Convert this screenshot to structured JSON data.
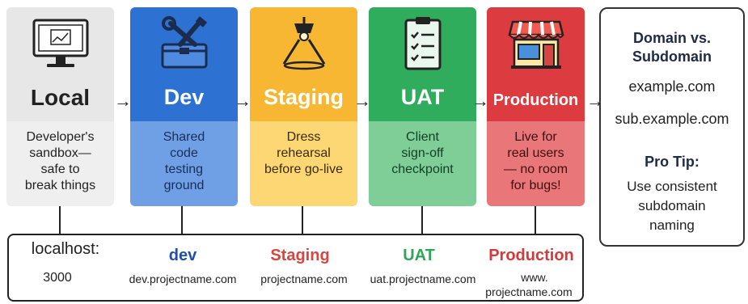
{
  "stages": [
    {
      "title": "Local",
      "description": "Developer's\nsandbox—\nsafe to\nbreak things",
      "icon": "monitor-icon"
    },
    {
      "title": "Dev",
      "description": "Shared\ncode\ntesting\nground",
      "icon": "toolbox-icon"
    },
    {
      "title": "Staging",
      "description": "Dress\nrehearsal\nbefore go-live",
      "icon": "spotlight-icon"
    },
    {
      "title": "UAT",
      "description": "Client\nsign-off\ncheckpoint",
      "icon": "clipboard-checklist-icon"
    },
    {
      "title": "Production",
      "description": "Live for\nreal users\n— no room\nfor bugs!",
      "icon": "storefront-icon"
    }
  ],
  "arrow_glyph": "→",
  "urls": {
    "local_head": "localhost:",
    "local_value": "3000",
    "dev_head": "dev",
    "dev_value": "dev.projectname.com",
    "staging_head": "Staging",
    "staging_value": "projectname.com",
    "uat_head": "UAT",
    "uat_value": "uat.projectname.com",
    "prod_head": "Production",
    "prod_value_line1": "www.",
    "prod_value_line2": "projectname.com"
  },
  "tip_box": {
    "heading": "Domain vs. Subdomain",
    "domain_example": "example.com",
    "subdomain_example": "sub.example.com",
    "pro_tip_label": "Pro Tip:",
    "pro_tip_text": "Use consistent subdomain naming"
  },
  "colors": {
    "local": "#e7e7e7",
    "dev": "#2d72d2",
    "staging": "#f7b733",
    "uat": "#2fad5c",
    "production": "#dc3b3f",
    "dev_url": "#1f4fa8",
    "staging_url": "#d9443f",
    "uat_url": "#2fa55a",
    "prod_url": "#d33b3a"
  }
}
